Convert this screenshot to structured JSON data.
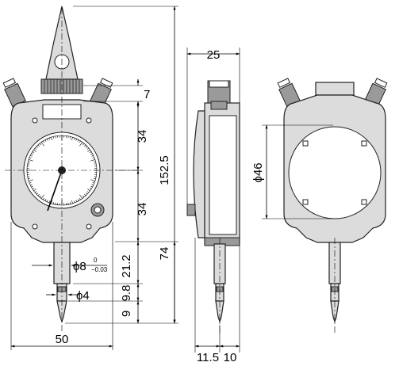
{
  "dimensions": {
    "total_height": "152.5",
    "cap_height": "7",
    "upper_34": "34",
    "lower_34": "34",
    "stem_74": "74",
    "stem_21_2": "21.2",
    "tip_9_8": "9.8",
    "tip_9": "9",
    "stem_dia": "ϕ8",
    "tol_upper": "0",
    "tol_lower": "−0.03",
    "tip_dia": "ϕ4",
    "width_50": "50",
    "depth_25": "25",
    "bottom_11_5": "11.5",
    "bottom_10": "10",
    "back_dia": "ϕ46"
  },
  "colors": {
    "body": "#dcdcdc",
    "dark": "#9a9a9a",
    "line": "#000000"
  }
}
